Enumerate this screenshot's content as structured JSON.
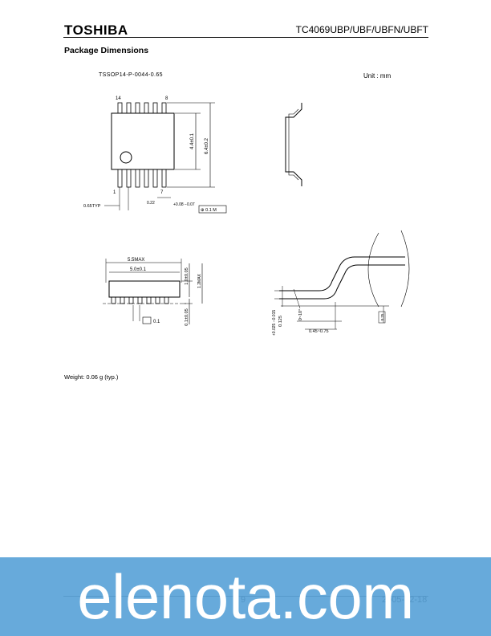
{
  "header": {
    "logo": "TOSHIBA",
    "part_number": "TC4069UBP/UBF/UBFN/UBFT"
  },
  "section": {
    "title": "Package Dimensions"
  },
  "drawing": {
    "package_code": "TSSOP14-P-0044-0.65",
    "unit_label": "Unit : mm",
    "top_view": {
      "pin14": "14",
      "pin8": "8",
      "pin1": "1",
      "pin7": "7",
      "body_width": "4.4±0.1",
      "overall_width": "6.4±0.2",
      "pitch": "0.65TYP",
      "lead_width": "0.22",
      "lead_width_tol": "+0.08 −0.07",
      "tolerance_box": "⊕ 0.1 M"
    },
    "side_view": {
      "length": "5.5MAX",
      "body_length": "5.0±0.1",
      "height": "1.0±0.05",
      "max_height": "1.2MAX",
      "standoff": "0.1±0.05",
      "coplanarity": "0.1"
    },
    "lead_detail": {
      "thickness": "0.125",
      "thickness_tol": "+0.025 −0.015",
      "angle": "0~10°",
      "foot_length": "0.45~0.75",
      "gauge": "0.25"
    },
    "weight": "Weight: 0.06 g (typ.)"
  },
  "footer": {
    "page": "9",
    "date": "2005-02-18"
  },
  "watermark": {
    "text": "elenota.com"
  }
}
